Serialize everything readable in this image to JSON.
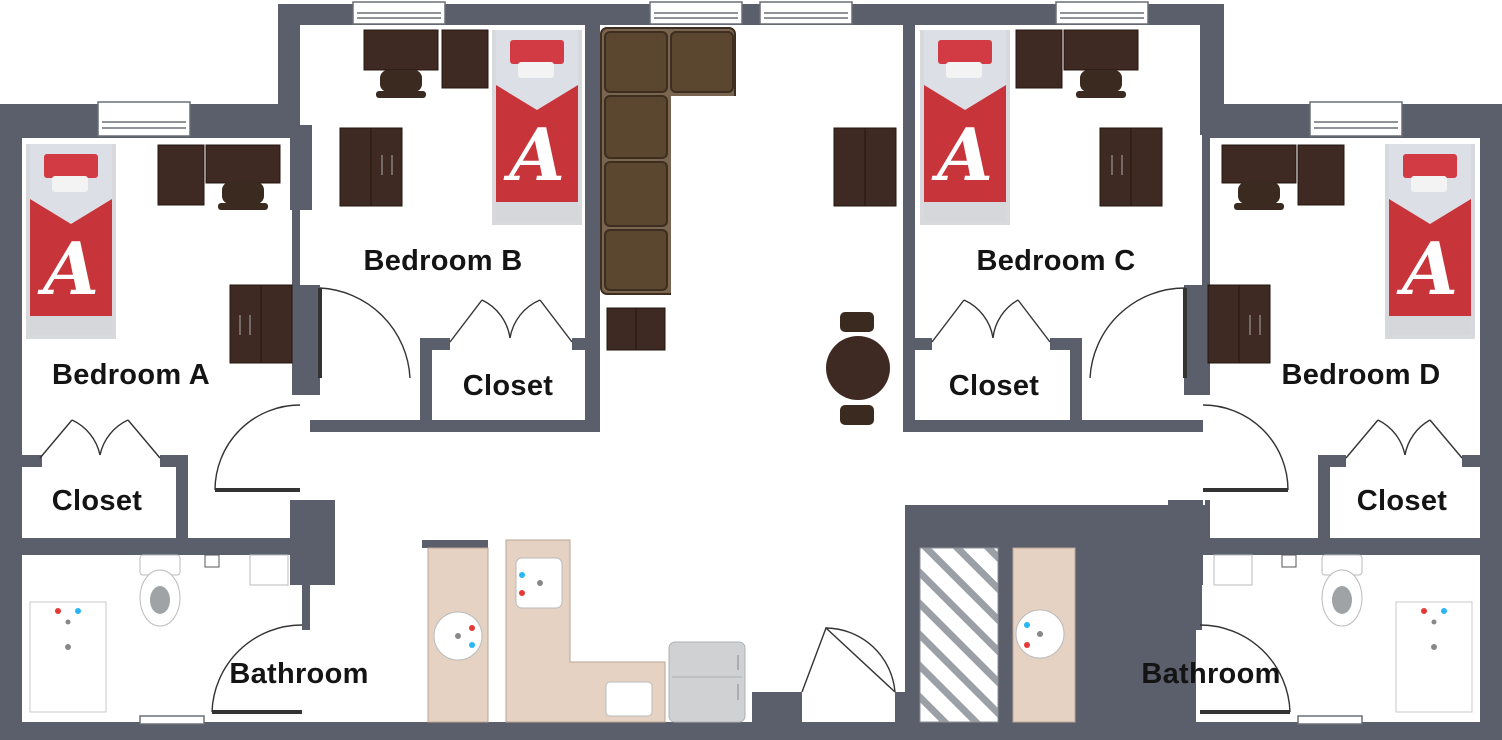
{
  "rooms": {
    "bedroom_a": "Bedroom A",
    "bedroom_b": "Bedroom B",
    "bedroom_c": "Bedroom C",
    "bedroom_d": "Bedroom D",
    "closet_a": "Closet",
    "closet_b": "Closet",
    "closet_c": "Closet",
    "closet_d": "Closet",
    "bathroom_left": "Bathroom",
    "bathroom_right": "Bathroom"
  },
  "bed_logo": "A",
  "colors": {
    "wall": "#5a5f6b",
    "floor": "#ffffff",
    "bedspread": "#c7343a",
    "pillow": "#d23b44",
    "desk": "#3e2a22",
    "sofa": "#5b4630",
    "counter": "#e5d2c3",
    "appliance": "#cfd1d3"
  },
  "icons": {
    "bed": "bed-icon",
    "desk": "desk-icon",
    "chair": "chair-icon",
    "dresser": "dresser-icon",
    "toilet": "toilet-icon",
    "shower": "shower-icon",
    "sink": "sink-icon",
    "sofa": "sectional-sofa-icon",
    "table": "dining-table-icon",
    "fridge": "refrigerator-icon",
    "stove": "stove-icon",
    "microwave": "microwave-icon",
    "window": "window-icon",
    "door": "door-swing-icon"
  }
}
